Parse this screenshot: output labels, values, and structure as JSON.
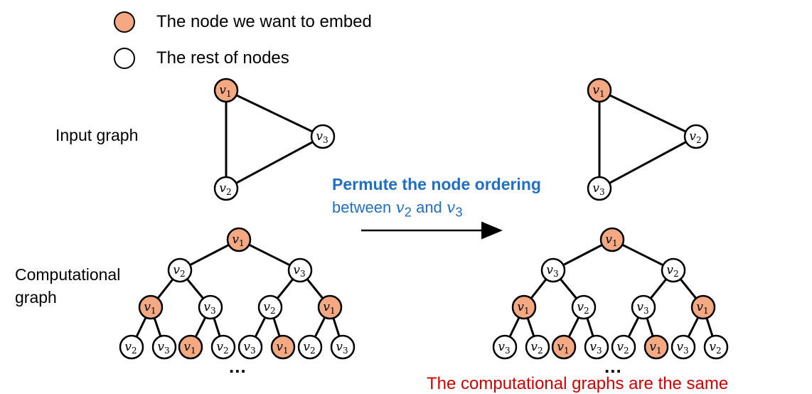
{
  "legend": {
    "target_label": "The node we want to embed",
    "rest_label": "The rest of nodes",
    "target_color": "#F4A983",
    "rest_color": "#FFFFFF"
  },
  "labels": {
    "input_graph": "Input graph",
    "computational_line1": "Computational",
    "computational_line2": "graph"
  },
  "permute": {
    "title": "Permute the node ordering",
    "sub_prefix": "between",
    "sub_a": "v",
    "sub_a_index": "2",
    "sub_mid": "and",
    "sub_b": "v",
    "sub_b_index": "3",
    "color": "#1F6FC5"
  },
  "ellipsis": "...",
  "bottom_text": "The computational graphs are the same",
  "colors": {
    "target": "#F4A983",
    "rest": "#FFFFFF",
    "stroke": "#000000"
  },
  "left": {
    "input_graph": {
      "top": "1",
      "bottom": "2",
      "right": "3"
    },
    "tree": {
      "root": "1",
      "level1": [
        "2",
        "3"
      ],
      "level2": [
        "1",
        "3",
        "2",
        "1"
      ],
      "level3": [
        "2",
        "3",
        "1",
        "2",
        "3",
        "1",
        "2",
        "3"
      ]
    }
  },
  "right": {
    "input_graph": {
      "top": "1",
      "bottom": "3",
      "right": "2"
    },
    "tree": {
      "root": "1",
      "level1": [
        "3",
        "2"
      ],
      "level2": [
        "1",
        "2",
        "3",
        "1"
      ],
      "level3": [
        "3",
        "2",
        "1",
        "3",
        "2",
        "1",
        "3",
        "2"
      ]
    }
  }
}
